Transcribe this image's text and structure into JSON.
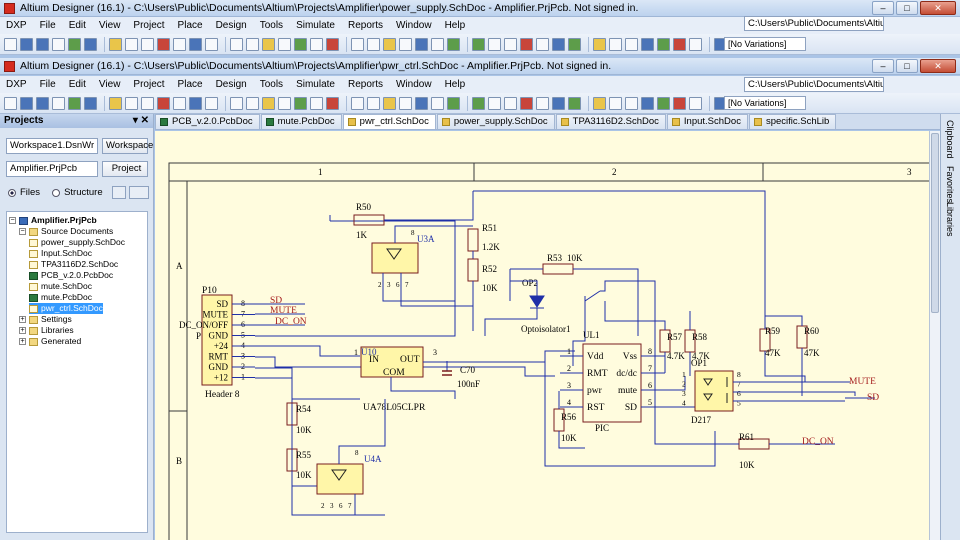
{
  "window_back": {
    "title": "Altium Designer (16.1) - C:\\Users\\Public\\Documents\\Altium\\Projects\\Amplifier\\power_supply.SchDoc - Amplifier.PrjPcb. Not signed in."
  },
  "window_front": {
    "title": "Altium Designer (16.1) - C:\\Users\\Public\\Documents\\Altium\\Projects\\Amplifier\\pwr_ctrl.SchDoc - Amplifier.PrjPcb. Not signed in."
  },
  "menu": [
    "DXP",
    "File",
    "Edit",
    "View",
    "Project",
    "Place",
    "Design",
    "Tools",
    "Simulate",
    "Reports",
    "Window",
    "Help"
  ],
  "toolbar": {
    "variations": "[No Variations]",
    "path": "C:\\Users\\Public\\Documents\\Altiur",
    "path2": "C:\\Users\\Public\\Documents\\Altium"
  },
  "projects_panel": {
    "title": "Projects",
    "workspace_select": "Workspace1.DsnWr",
    "workspace_button": "Workspace",
    "project_field": "Amplifier.PrjPcb",
    "project_button": "Project",
    "files_label": "Files",
    "structure_label": "Structure"
  },
  "tree": [
    {
      "label": "Amplifier.PrjPcb",
      "indent": 0,
      "icon": "proj",
      "bold": true
    },
    {
      "label": "Source Documents",
      "indent": 1,
      "icon": "folder"
    },
    {
      "label": "power_supply.SchDoc",
      "indent": 2,
      "icon": "doc"
    },
    {
      "label": "Input.SchDoc",
      "indent": 2,
      "icon": "doc"
    },
    {
      "label": "TPA3116D2.SchDoc",
      "indent": 2,
      "icon": "doc"
    },
    {
      "label": "PCB_v.2.0.PcbDoc",
      "indent": 2,
      "icon": "pcb"
    },
    {
      "label": "mute.SchDoc",
      "indent": 2,
      "icon": "doc"
    },
    {
      "label": "mute.PcbDoc",
      "indent": 2,
      "icon": "pcb"
    },
    {
      "label": "pwr_ctrl.SchDoc",
      "indent": 2,
      "icon": "doc",
      "selected": true
    },
    {
      "label": "Settings",
      "indent": 1,
      "icon": "folder"
    },
    {
      "label": "Libraries",
      "indent": 1,
      "icon": "folder"
    },
    {
      "label": "Generated",
      "indent": 1,
      "icon": "folder"
    }
  ],
  "tabs": [
    {
      "label": "PCB_v.2.0.PcbDoc",
      "kind": "pcb"
    },
    {
      "label": "mute.PcbDoc",
      "kind": "pcb"
    },
    {
      "label": "pwr_ctrl.SchDoc",
      "kind": "sch",
      "active": true
    },
    {
      "label": "power_supply.SchDoc",
      "kind": "sch"
    },
    {
      "label": "TPA3116D2.SchDoc",
      "kind": "sch"
    },
    {
      "label": "Input.SchDoc",
      "kind": "sch"
    },
    {
      "label": "specific.SchLib",
      "kind": "sch"
    }
  ],
  "side_panels": [
    "Clipboard",
    "Favorites",
    "Libraries"
  ],
  "schematic": {
    "col_markers": [
      "1",
      "2",
      "3"
    ],
    "row_markers": [
      "A",
      "B"
    ],
    "header": {
      "ref": "P10",
      "name": "Header 8",
      "pins": [
        "SD",
        "MUTE",
        "DC_ON/OFF",
        "GND",
        "+24",
        "RMT",
        "GND",
        "+12"
      ],
      "pin_numbers": [
        "8",
        "7",
        "6",
        "5",
        "4",
        "3",
        "2",
        "1"
      ]
    },
    "nets": [
      "SD",
      "MUTE",
      "DC_ON"
    ],
    "dc_left": "DC_ON/OFF",
    "p_label": "P",
    "u10": {
      "ref": "U10",
      "part": "UA78L05CLPR",
      "pin_in": "IN",
      "pin_out": "OUT",
      "pin_com": "COM",
      "num_in": "1",
      "num_out": "3"
    },
    "c70": {
      "ref": "C70",
      "value": "100nF"
    },
    "r50": {
      "ref": "R50",
      "value": "1K"
    },
    "r51": {
      "ref": "R51",
      "value": "1.2K"
    },
    "r52": {
      "ref": "R52",
      "value": "10K"
    },
    "r53": {
      "ref": "R53",
      "value": "10K"
    },
    "r54": {
      "ref": "R54",
      "value": "10K"
    },
    "r55": {
      "ref": "R55",
      "value": "10K"
    },
    "r56": {
      "ref": "R56",
      "value": "10K"
    },
    "r57": {
      "ref": "R57",
      "value": "4.7K"
    },
    "r58": {
      "ref": "R58",
      "value": "4.7K"
    },
    "r59": {
      "ref": "R59",
      "value": "47K"
    },
    "r60": {
      "ref": "R60",
      "value": "47K"
    },
    "r61": {
      "ref": "R61",
      "value": "10K"
    },
    "u3a": {
      "ref": "U3A",
      "pins": [
        "8",
        "2",
        "3",
        "6",
        "7"
      ]
    },
    "u4a": {
      "ref": "U4A",
      "pins": [
        "8",
        "2",
        "3",
        "6",
        "7"
      ]
    },
    "op2": {
      "ref": "OP2",
      "part": "Optoisolator1"
    },
    "ul1": {
      "ref": "UL1",
      "part": "PIC",
      "left": [
        "Vdd",
        "RMT",
        "pwr",
        "RST"
      ],
      "right": [
        "Vss",
        "dc/dc",
        "mute",
        "SD"
      ],
      "lnum": [
        "1",
        "2",
        "3",
        "4"
      ],
      "rnum": [
        "8",
        "7",
        "6",
        "5"
      ]
    },
    "op1": {
      "ref": "OP1",
      "part": "D217",
      "lnum": [
        "1",
        "2",
        "3",
        "4"
      ],
      "rnum": [
        "8",
        "7",
        "6",
        "5"
      ]
    },
    "outs": [
      "MUTE",
      "SD",
      "DC_ON"
    ],
    "colors": {
      "wire": "#1f2fa8",
      "part_fill": "#fff6a8",
      "part_border": "#7a1d1d",
      "net_text": "#a51d1d",
      "designator": "#1f2fa8",
      "border": "#3a3a3a"
    }
  }
}
